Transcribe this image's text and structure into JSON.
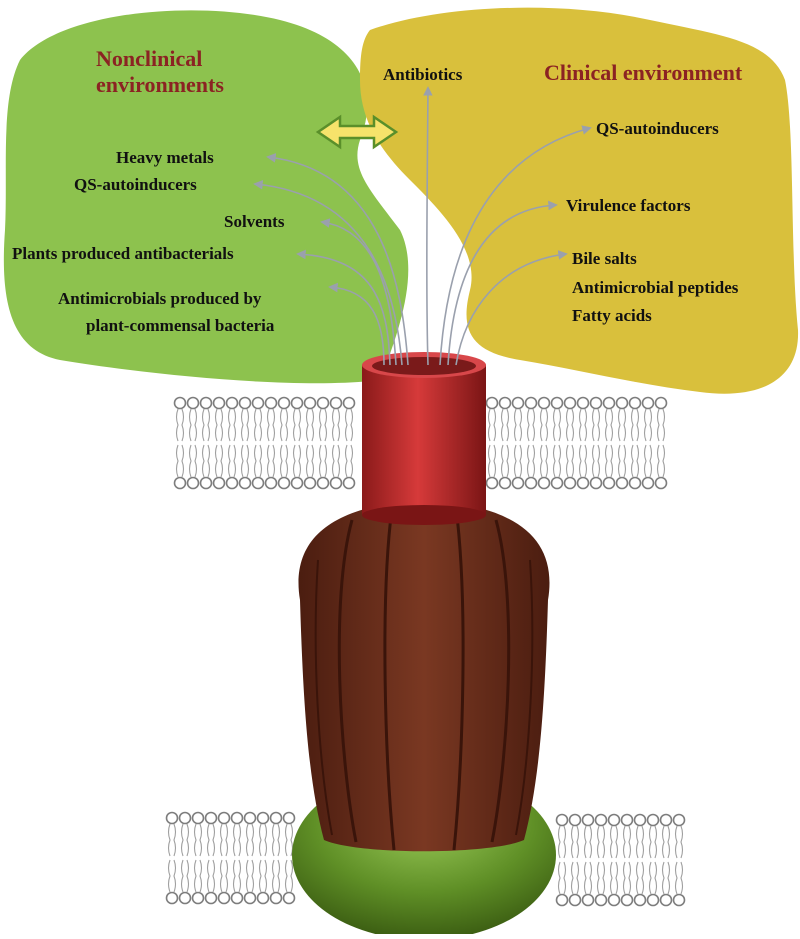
{
  "nonclinical": {
    "title_line1": "Nonclinical",
    "title_line2": "environments",
    "color": "#8dc24e",
    "title_color": "#8b2323",
    "labels": {
      "heavy_metals": "Heavy metals",
      "qs_autoinducers": "QS-autoinducers",
      "solvents": "Solvents",
      "plant_antibacterials": "Plants produced antibacterials",
      "antimicrobials_line1": "Antimicrobials produced by",
      "antimicrobials_line2": "plant-commensal bacteria"
    }
  },
  "clinical": {
    "title": "Clinical environment",
    "color": "#d9c03c",
    "title_color": "#8b2323",
    "labels": {
      "antibiotics": "Antibiotics",
      "qs_autoinducers": "QS-autoinducers",
      "virulence_factors": "Virulence factors",
      "bile_salts": "Bile salts",
      "antimicrobial_peptides": "Antimicrobial peptides",
      "fatty_acids": "Fatty acids"
    }
  },
  "pump": {
    "channel_color": "#c0282a",
    "body_color": "#6b2f1e",
    "base_color": "#5f8f26"
  },
  "icons": {
    "exchange": "double-arrow-icon",
    "membrane": "lipid-bilayer-icon"
  }
}
